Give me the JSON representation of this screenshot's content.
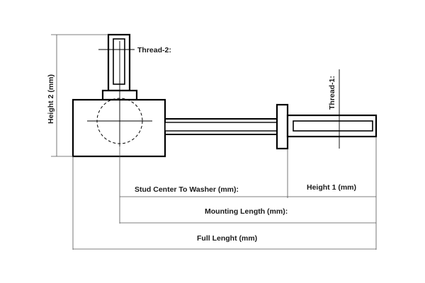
{
  "labels": {
    "thread_2": "Thread-2:",
    "thread_1": "Thread-1:",
    "height_2": "Height 2 (mm)",
    "height_1": "Height 1 (mm)",
    "stud_center_to_washer": "Stud Center To Washer (mm):",
    "mounting_length": "Mounting Length (mm):",
    "full_length": "Full Lenght (mm)"
  },
  "colors": {
    "line": "#000000",
    "dim_line": "#555555",
    "background": "#ffffff"
  }
}
